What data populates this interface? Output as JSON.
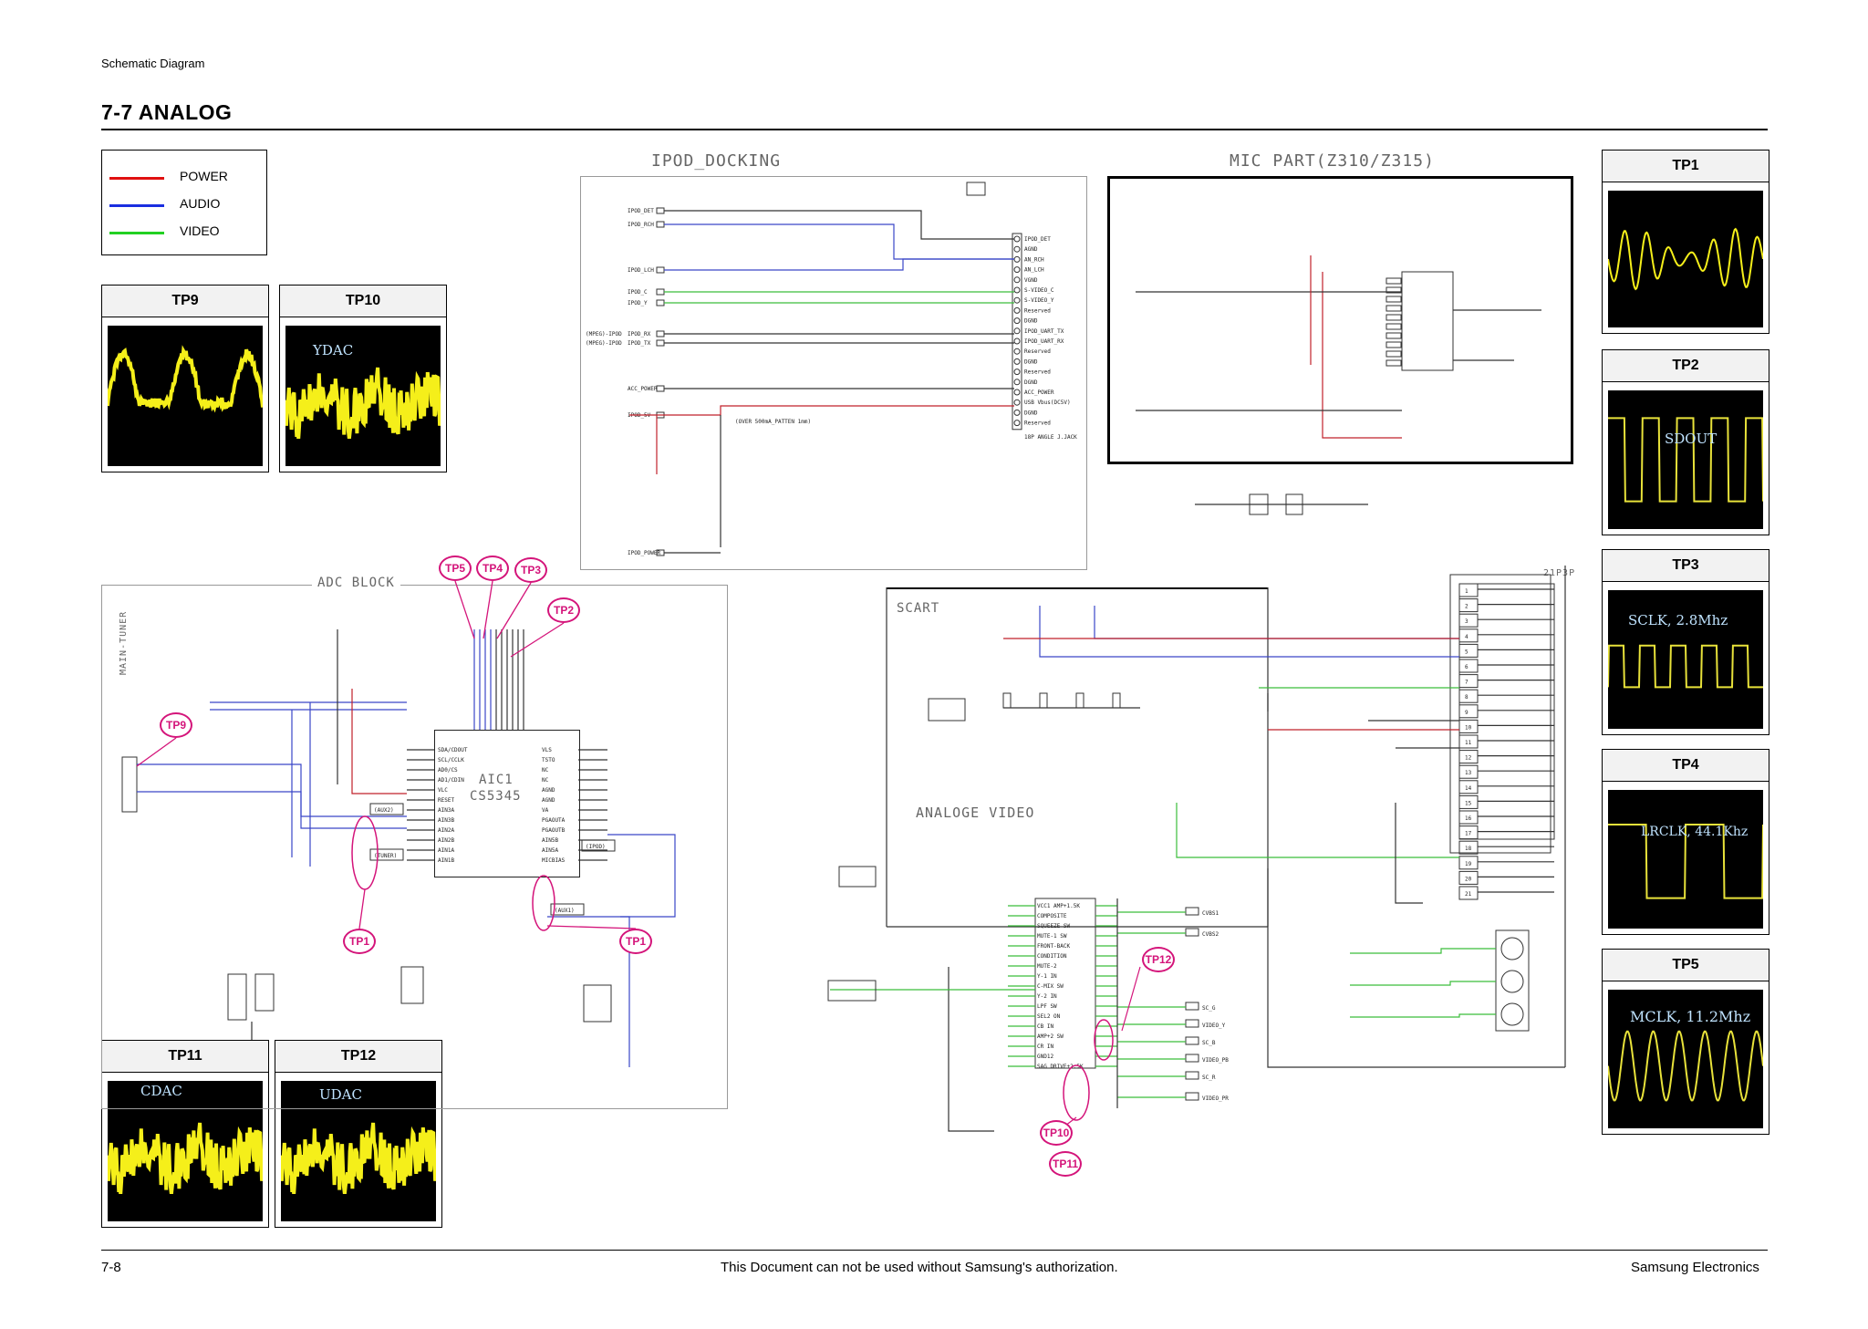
{
  "header": {
    "section": "Schematic Diagram",
    "title": "7-7  ANALOG"
  },
  "legend": [
    {
      "label": "POWER",
      "color": "#e01010"
    },
    {
      "label": "AUDIO",
      "color": "#1a2ee0"
    },
    {
      "label": "VIDEO",
      "color": "#22d022"
    }
  ],
  "test_points": {
    "tp1": {
      "title": "TP1",
      "label": ""
    },
    "tp2": {
      "title": "TP2",
      "label": "SDOUT"
    },
    "tp3": {
      "title": "TP3",
      "label": "SCLK, 2.8Mhz"
    },
    "tp4": {
      "title": "TP4",
      "label": "LRCLK, 44.1Khz"
    },
    "tp5": {
      "title": "TP5",
      "label": "MCLK, 11.2Mhz"
    },
    "tp9": {
      "title": "TP9",
      "label": ""
    },
    "tp10": {
      "title": "TP10",
      "label": "YDAC"
    },
    "tp11": {
      "title": "TP11",
      "label": "CDAC"
    },
    "tp12": {
      "title": "TP12",
      "label": "UDAC"
    }
  },
  "sections": {
    "ipod_docking": "IPOD_DOCKING",
    "mic_part": "MIC PART(Z310/Z315)",
    "adc_block": "ADC BLOCK",
    "scart": "SCART",
    "analoge_video": "ANALOGE VIDEO",
    "main_tuner": "MAIN-TUNER",
    "aic1": "AIC1",
    "aic1_part": "CS5345",
    "scart_connector": "21P3P"
  },
  "callouts": [
    "TP5",
    "TP4",
    "TP3",
    "TP2",
    "TP9",
    "TP1",
    "TP1",
    "TP12",
    "TP10",
    "TP11"
  ],
  "ipod": {
    "left_labels": [
      "IPOD_DET",
      "IPOD_RCH",
      "IPOD_LCH",
      "IPOD_C",
      "IPOD_Y",
      "IPOD_RX",
      "IPOD_TX",
      "ACC_POWER",
      "IPOD_5V",
      "IPOD_POWER"
    ],
    "mpeg_labels": [
      "(MPEG)-IPOD",
      "(MPEG)-IPOD"
    ],
    "connector_pins": [
      "IPOD_DET",
      "AGND",
      "AN_RCH",
      "AN_LCH",
      "VGND",
      "S-VIDEO_C",
      "S-VIDEO_Y",
      "Reserved",
      "DGND",
      "IPOD_UART_TX",
      "IPOD_UART_RX",
      "Reserved",
      "DGND",
      "Reserved",
      "DGND",
      "ACC_POWER",
      "USB Vbus(DC5V)",
      "DGND",
      "Reserved"
    ],
    "note": "(OVER 500mA_PATTEN 1mm)",
    "jack": "18P ANGLE J.JACK"
  },
  "scart_pins": [
    "1",
    "2",
    "3",
    "4",
    "5",
    "6",
    "7",
    "8",
    "9",
    "10",
    "11",
    "12",
    "13",
    "14",
    "15",
    "16",
    "17",
    "18",
    "19",
    "20",
    "21"
  ],
  "aic_left_pins": [
    "SDA/CDOUT",
    "SCL/CCLK",
    "AD0/CS",
    "AD1/CDIN",
    "VLC",
    "RESET",
    "AIN3A",
    "AIN3B",
    "AIN2A",
    "AIN2B",
    "AIN1A",
    "AIN1B"
  ],
  "aic_right_pins": [
    "VLS",
    "TSTO",
    "NC",
    "NC",
    "AGND",
    "AGND",
    "VA",
    "PGAOUTA",
    "PGAOUTB",
    "AIN5B",
    "AIN5A",
    "MICBIAS"
  ],
  "adc_tags": [
    "AUX2",
    "TUNER",
    "IPOD",
    "AUX1"
  ],
  "video_ic": {
    "left_pins": [
      "VCC1 AMP+1.5K",
      "COMPOSITE",
      "SQUEEZE SW",
      "MUTE-1 SW",
      "FRONT-BACK",
      "CONDITION",
      "MUTE-2",
      "Y-1 IN",
      "C-MIX SW",
      "Y-2 IN",
      "LPF SW",
      "SEL2 ON",
      "CB IN",
      "AMP+2 SW",
      "CR IN",
      "GND12",
      "SAG DRIVE+2.5K"
    ],
    "right_labels": [
      "CVBS1",
      "CVBS2",
      "SC_G",
      "VIDEO_Y",
      "SC_B",
      "VIDEO_PB",
      "SC_R",
      "VIDEO_PR"
    ]
  },
  "footer": {
    "left": "7-8",
    "center": "This Document can not be used without Samsung's authorization.",
    "right": "Samsung Electronics"
  }
}
